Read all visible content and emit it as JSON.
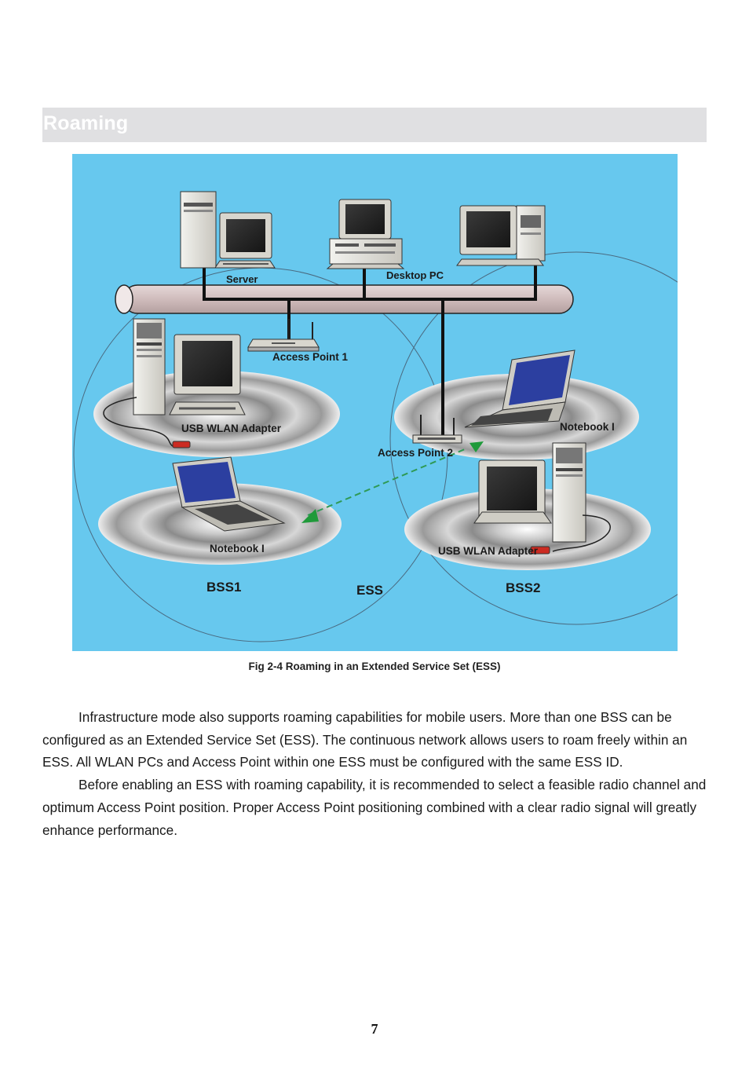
{
  "section": {
    "title": "Roaming"
  },
  "figure": {
    "labels": {
      "server": "Server",
      "desktop_pc": "Desktop PC",
      "access_point_1": "Access Point 1",
      "access_point_2": "Access Point 2",
      "usb_adapter_left": "USB WLAN Adapter",
      "usb_adapter_right": "USB WLAN Adapter",
      "notebook_left": "Notebook I",
      "notebook_right": "Notebook I",
      "bss1": "BSS1",
      "bss2": "BSS2",
      "ess": "ESS"
    },
    "caption": "Fig 2-4 Roaming in an Extended Service Set (ESS)",
    "colors": {
      "background": "#67c8ee",
      "backbone": "#d4c0c0",
      "roam_arrow": "#1f9a3a"
    }
  },
  "body": {
    "paragraphs": [
      "Infrastructure mode also supports roaming capabilities for mobile users. More than one BSS can be configured as an Extended Service Set (ESS). The continuous network allows users to roam freely within an ESS. All WLAN PCs and Access Point within one ESS must be configured with the same ESS ID.",
      "Before enabling an ESS with roaming capability, it is recommended to select a feasible radio channel and optimum Access Point position. Proper Access Point positioning combined with a clear radio signal will greatly enhance performance."
    ]
  },
  "page_number": "7"
}
